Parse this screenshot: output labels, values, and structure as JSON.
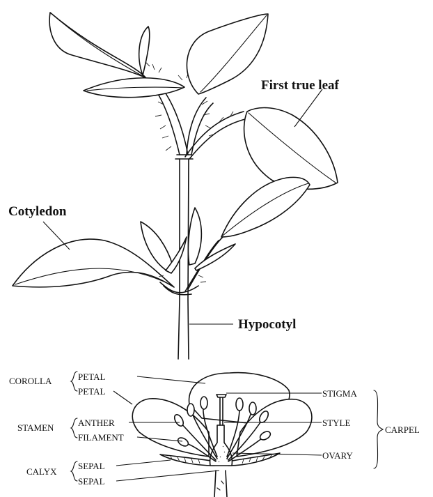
{
  "seedling": {
    "first_true_leaf": "First true leaf",
    "cotyledon": "Cotyledon",
    "hypocotyl": "Hypocotyl"
  },
  "flower": {
    "groups": {
      "corolla": "COROLLA",
      "stamen": "STAMEN",
      "calyx": "CALYX",
      "carpel": "CARPEL"
    },
    "parts": {
      "petal_1": "PETAL",
      "petal_2": "PETAL",
      "anther": "ANTHER",
      "filament": "FILAMENT",
      "sepal_1": "SEPAL",
      "sepal_2": "SEPAL",
      "stigma": "STIGMA",
      "style": "STYLE",
      "ovary": "OVARY"
    }
  }
}
